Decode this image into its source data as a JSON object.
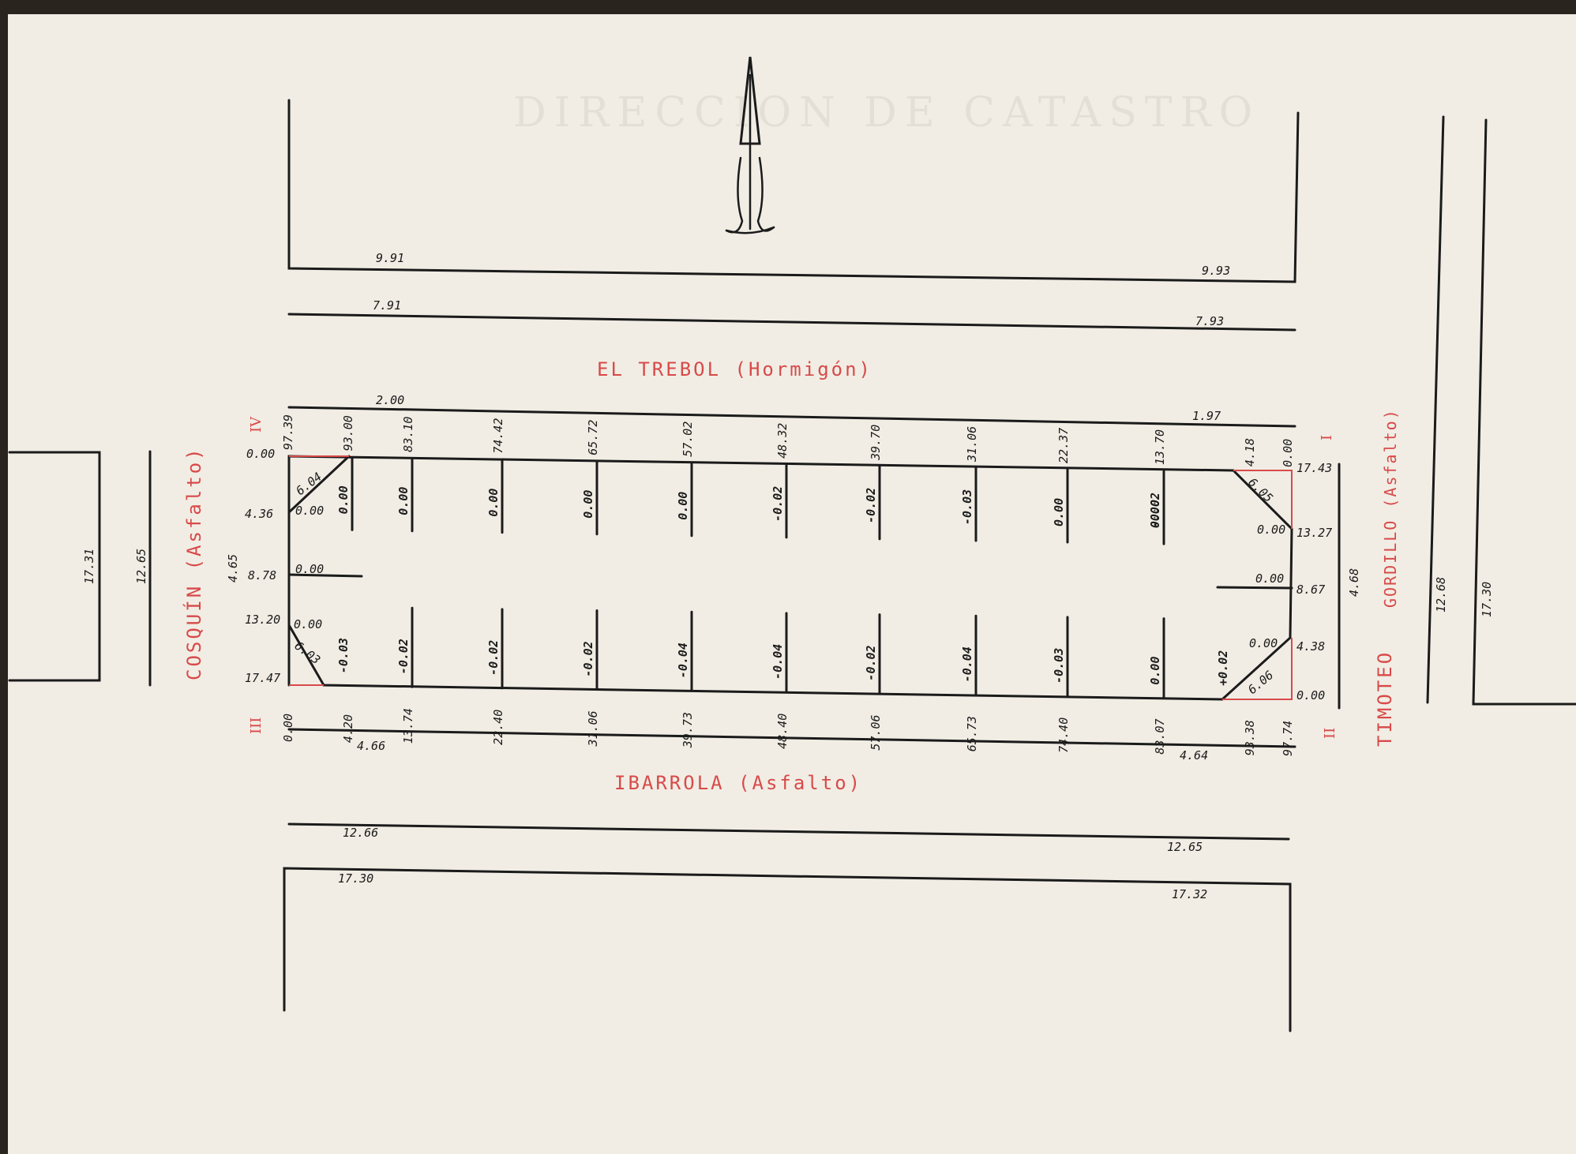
{
  "header_text": "DIRECCION DE CATASTRO",
  "streets": {
    "north": "EL TREBOL (Hormigón)",
    "south": "IBARROLA (Asfalto)",
    "west": "COSQUÍN (Asfalto)",
    "east_a": "TIMOTEO",
    "east_b": "GORDILLO (Asfalto)"
  },
  "corner_marks": [
    "IV",
    "I",
    "II",
    "III"
  ],
  "north_dims": {
    "outer_w": "9.91",
    "outer_e": "9.93",
    "inner_w": "7.91",
    "inner_e": "7.93",
    "curb_w": "2.00",
    "curb_e": "1.97"
  },
  "south_dims": {
    "curb_w": "4.66",
    "curb_e": "4.64",
    "mid_w": "12.66",
    "mid_e": "12.65",
    "outer_w": "17.30",
    "outer_e": "17.32"
  },
  "west_dims": {
    "outer": "17.31",
    "inner": "12.65",
    "curb": "4.65"
  },
  "east_dims": {
    "curb": "4.68",
    "inner": "12.68",
    "outer": "17.30"
  },
  "west_offsets": [
    "0.00",
    "4.36",
    "8.78",
    "13.20",
    "17.47"
  ],
  "east_offsets": [
    "17.43",
    "13.27",
    "8.67",
    "4.38",
    "0.00"
  ],
  "chamfer_labels": {
    "nw": "6.04",
    "sw": "6.03",
    "ne": "6.05",
    "se": "6.06"
  },
  "north_progressive": [
    "97.39",
    "93.00",
    "83.10",
    "74.42",
    "65.72",
    "57.02",
    "48.32",
    "39.70",
    "31.06",
    "22.37",
    "13.70",
    "4.18",
    "0.00"
  ],
  "south_progressive": [
    "0.00",
    "4.20",
    "13.74",
    "22.40",
    "31.06",
    "39.73",
    "48.40",
    "57.06",
    "65.73",
    "74.40",
    "83.07",
    "93.38",
    "97.74"
  ],
  "north_tick_values": [
    "0.00",
    "0.00",
    "0.00",
    "0.00",
    "0.00",
    "-0.02",
    "-0.02",
    "-0.03",
    "0.00",
    "-0.02",
    "0.00"
  ],
  "south_tick_values": [
    "-0.03",
    "-0.02",
    "-0.02",
    "-0.02",
    "-0.04",
    "-0.04",
    "-0.02",
    "-0.04",
    "-0.03",
    "0.00",
    "+0.02"
  ],
  "inner_small": {
    "nw": "0.00",
    "w_mid": "0.00",
    "sw": "0.00",
    "ne": "0.00",
    "e_mid": "0.00",
    "se": "0.00"
  }
}
